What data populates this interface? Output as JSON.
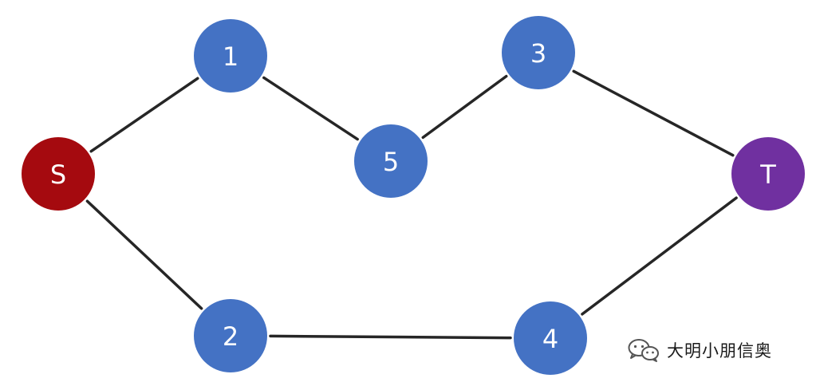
{
  "nodes": [
    {
      "id": "S",
      "label": "S",
      "color": "#a50a0f"
    },
    {
      "id": "1",
      "label": "1",
      "color": "#4472c4"
    },
    {
      "id": "5",
      "label": "5",
      "color": "#4472c4"
    },
    {
      "id": "3",
      "label": "3",
      "color": "#4472c4"
    },
    {
      "id": "T",
      "label": "T",
      "color": "#7030a0"
    },
    {
      "id": "2",
      "label": "2",
      "color": "#4472c4"
    },
    {
      "id": "4",
      "label": "4",
      "color": "#4472c4"
    }
  ],
  "edges": [
    {
      "from": "S",
      "to": "1"
    },
    {
      "from": "1",
      "to": "5"
    },
    {
      "from": "5",
      "to": "3"
    },
    {
      "from": "3",
      "to": "T"
    },
    {
      "from": "S",
      "to": "2"
    },
    {
      "from": "2",
      "to": "4"
    },
    {
      "from": "4",
      "to": "T"
    }
  ],
  "watermark": {
    "icon": "wechat-icon",
    "text": "大明小朋信奥"
  }
}
